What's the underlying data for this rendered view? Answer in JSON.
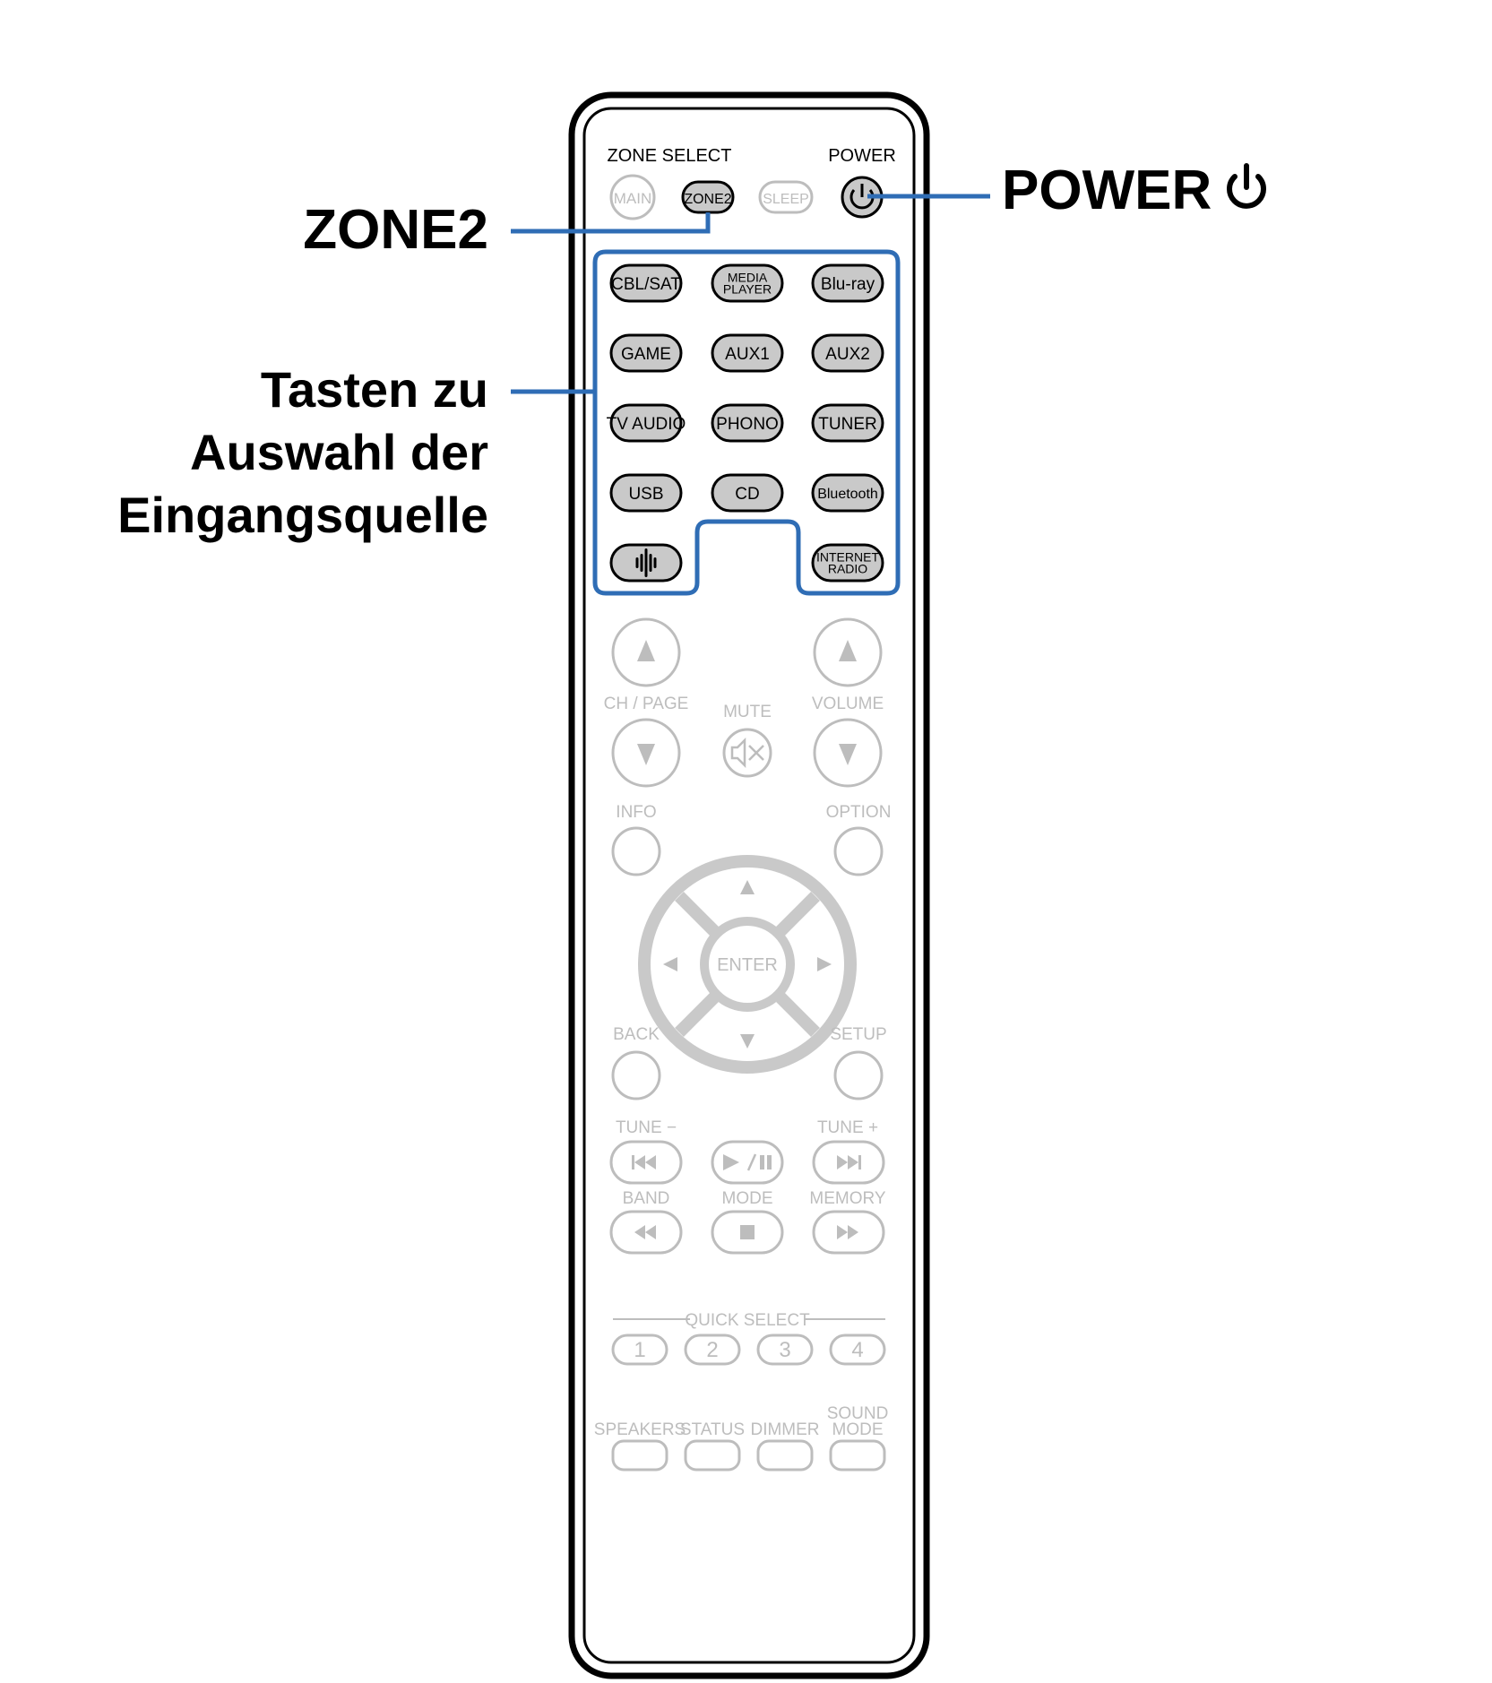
{
  "callouts": {
    "power": "POWER",
    "zone2": "ZONE2",
    "input_select": [
      "Tasten zu",
      "Auswahl der",
      "Eingangsquelle"
    ]
  },
  "remote": {
    "zone_select_label": "ZONE SELECT",
    "power_label": "POWER",
    "zone_buttons": [
      "MAIN",
      "ZONE2",
      "SLEEP"
    ],
    "source_buttons": [
      [
        "CBL/SAT",
        "MEDIA\nPLAYER",
        "Blu-ray"
      ],
      [
        "GAME",
        "AUX1",
        "AUX2"
      ],
      [
        "TV AUDIO",
        "PHONO",
        "TUNER"
      ],
      [
        "USB",
        "CD",
        "Bluetooth"
      ],
      [
        "heos-icon",
        "INTERNET\nRADIO"
      ]
    ],
    "ch_page_label": "CH / PAGE",
    "mute_label": "MUTE",
    "volume_label": "VOLUME",
    "info_label": "INFO",
    "option_label": "OPTION",
    "enter_label": "ENTER",
    "back_label": "BACK",
    "setup_label": "SETUP",
    "tune_minus_label": "TUNE −",
    "tune_plus_label": "TUNE +",
    "band_label": "BAND",
    "mode_label": "MODE",
    "memory_label": "MEMORY",
    "quick_select_label": "QUICK SELECT",
    "quick_select_buttons": [
      "1",
      "2",
      "3",
      "4"
    ],
    "bottom_labels": [
      "SPEAKERS",
      "STATUS",
      "DIMMER",
      "SOUND\nMODE"
    ]
  },
  "colors": {
    "highlight_blue": "#2f6db5",
    "active_fill": "#c9c9c9",
    "inactive_gray": "#bdbdbd",
    "outline_black": "#000000"
  }
}
